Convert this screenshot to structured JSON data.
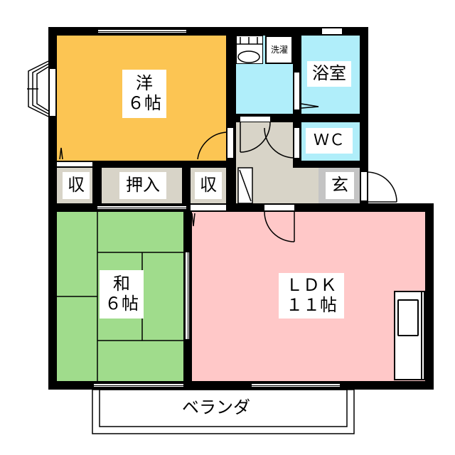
{
  "floorplan": {
    "colors": {
      "wall": "#000000",
      "western_room": "#fcc553",
      "japanese_room": "#a0dc8c",
      "ldk": "#ffc8c8",
      "wet_area": "#b0eefa",
      "hall": "#d8d4c8",
      "entrance": "#c4c4c4",
      "closet": "#d8d4c8"
    },
    "rooms": {
      "western": {
        "type": "洋",
        "size": "６帖"
      },
      "japanese": {
        "type": "和",
        "size": "６帖"
      },
      "ldk": {
        "type": "ＬＤＫ",
        "size": "１１帖"
      },
      "bath": {
        "label": "浴室"
      },
      "wc": {
        "label": "ＷＣ"
      },
      "laundry": {
        "label": "洗濯"
      },
      "entrance": {
        "label": "玄"
      },
      "closet_left": {
        "label": "収"
      },
      "oshiire": {
        "label": "押入"
      },
      "closet_right": {
        "label": "収"
      },
      "balcony": {
        "label": "ベランダ"
      }
    }
  }
}
